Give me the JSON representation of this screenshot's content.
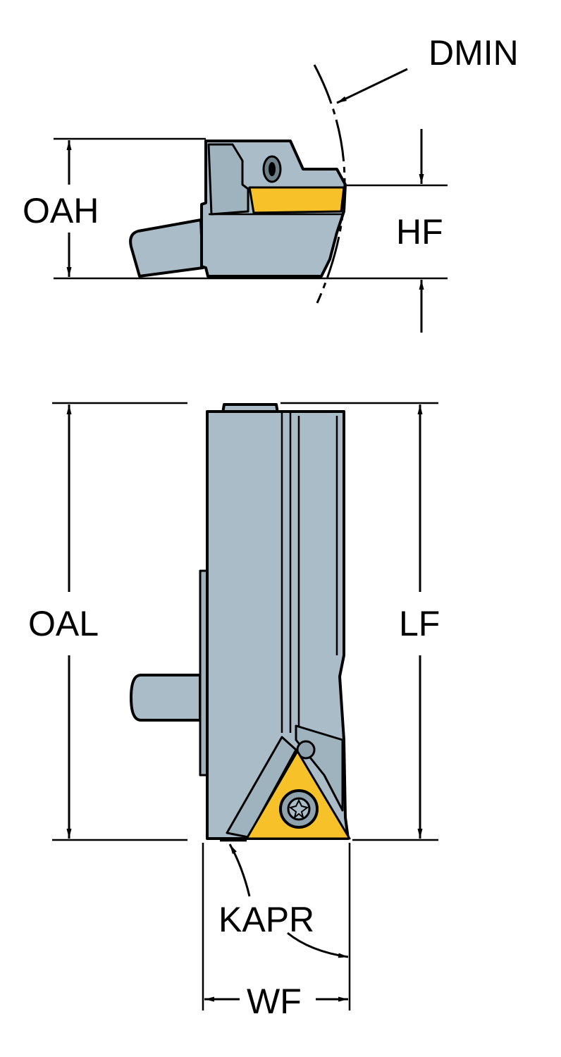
{
  "labels": {
    "dmin": "DMIN",
    "oah": "OAH",
    "hf": "HF",
    "oal": "OAL",
    "lf": "LF",
    "kapr": "KAPR",
    "wf": "WF"
  },
  "colors": {
    "tool_body": "#a9bcc7",
    "insert": "#f7c12a",
    "line": "#000000",
    "background": "#ffffff"
  }
}
